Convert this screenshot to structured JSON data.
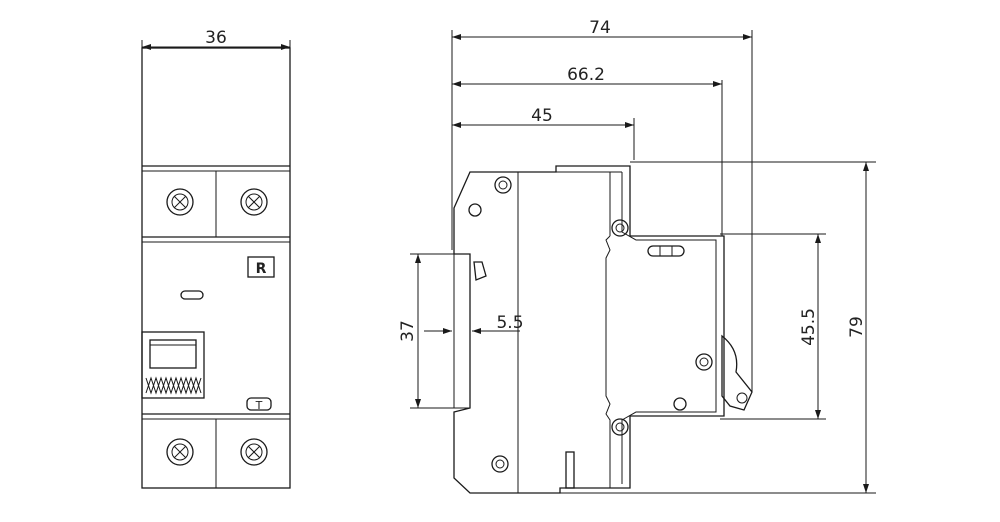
{
  "front_view": {
    "width_label": "36",
    "test_button_label": "T",
    "reset_badge_label": "R"
  },
  "side_view": {
    "dim_total": "74",
    "dim_rail": "66.2",
    "dim_front": "45",
    "dim_height": "79",
    "dim_inner": "45.5",
    "dim_face": "37",
    "dim_step": "5.5"
  }
}
